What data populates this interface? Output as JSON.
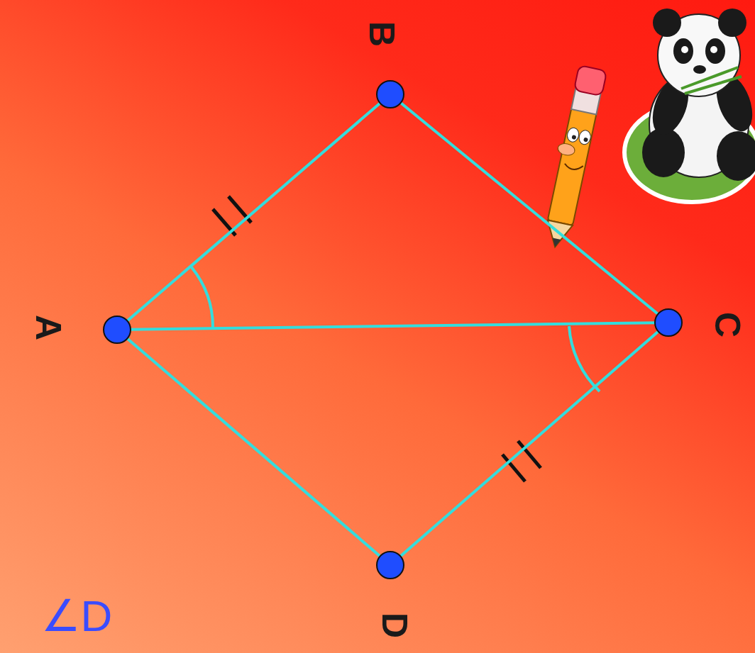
{
  "diagram": {
    "nodes": [
      {
        "text": [
          "B"
        ]
      },
      {
        "text": [
          "A"
        ]
      },
      {
        "text": [
          "C"
        ]
      },
      {
        "text": [
          "D"
        ]
      }
    ],
    "edges": [
      {
        "from": 1,
        "to": 0,
        "arrow": "none"
      },
      {
        "from": 0,
        "to": 2,
        "arrow": "none"
      },
      {
        "from": 2,
        "to": 3,
        "arrow": "none"
      },
      {
        "from": 1,
        "to": 3,
        "arrow": "none"
      },
      {
        "from": 1,
        "to": 2,
        "arrow": "none"
      }
    ],
    "labels": [
      "∠D"
    ]
  }
}
